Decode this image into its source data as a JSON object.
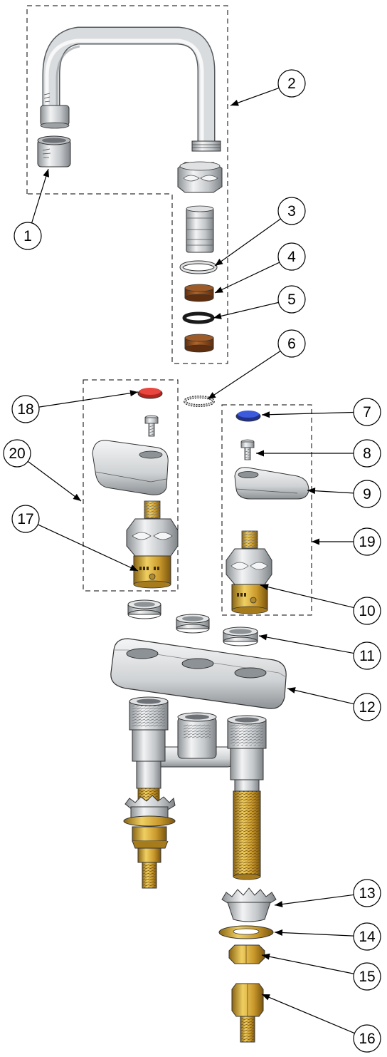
{
  "callouts": [
    "1",
    "2",
    "3",
    "4",
    "5",
    "6",
    "7",
    "8",
    "9",
    "10",
    "11",
    "12",
    "13",
    "14",
    "15",
    "16",
    "17",
    "18",
    "19",
    "20"
  ],
  "colors": {
    "line": "#000000",
    "chrome_light": "#e9ebec",
    "chrome_mid": "#c4c7ca",
    "chrome_dark": "#7f8488",
    "brass_light": "#e7c14a",
    "brass_mid": "#c9982b",
    "brass_dark": "#8a6413",
    "washer_brown": "#8b4a1c",
    "cap_red": "#d6312a",
    "cap_blue": "#2c46c4"
  }
}
